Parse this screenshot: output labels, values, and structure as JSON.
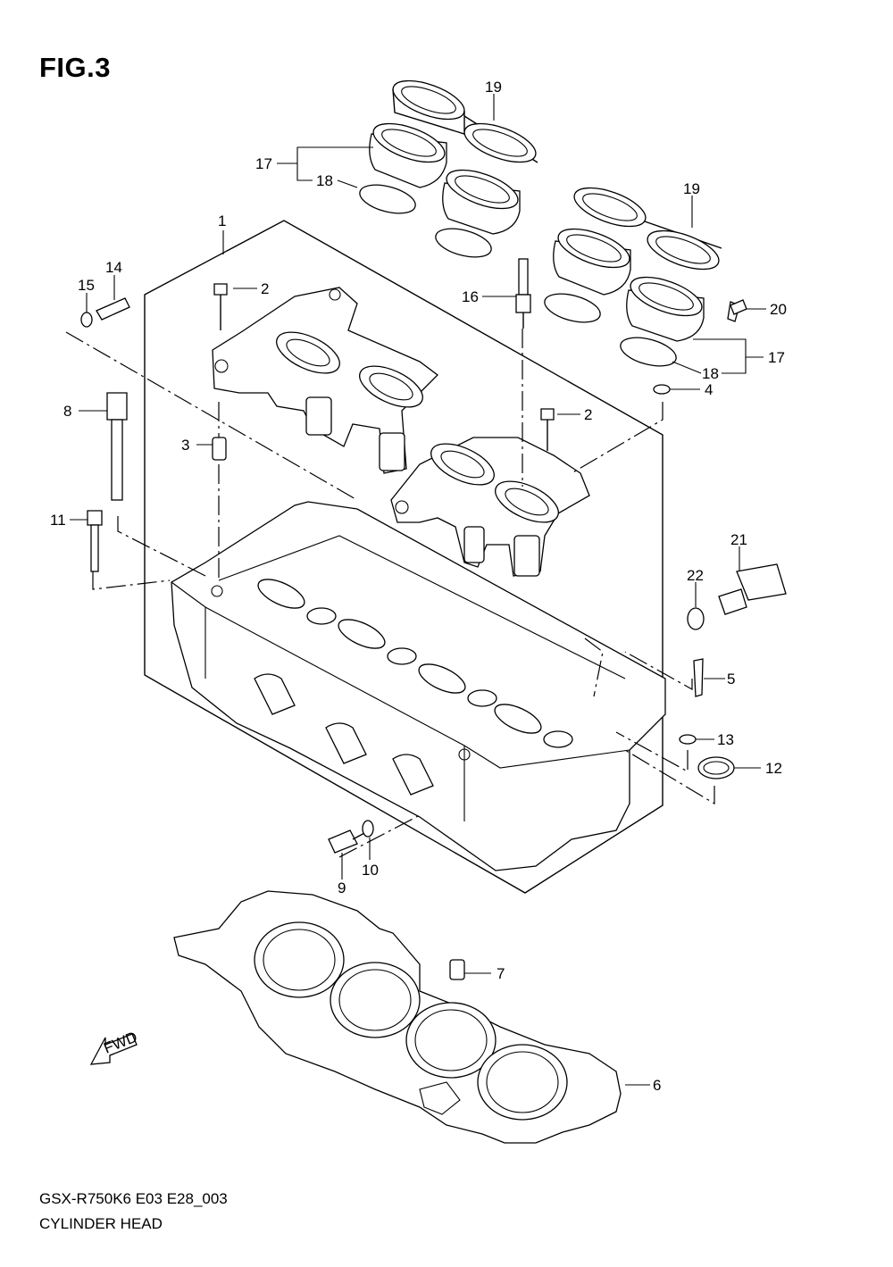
{
  "figure": {
    "title": "FIG.3"
  },
  "captions": {
    "model_code": "GSX-R750K6 E03 E28_003",
    "name": "CYLINDER HEAD"
  },
  "fwd_arrow": {
    "text": "FWD"
  },
  "callouts": {
    "p1": "1",
    "p2a": "2",
    "p2b": "2",
    "p3": "3",
    "p4": "4",
    "p5": "5",
    "p6": "6",
    "p7": "7",
    "p8": "8",
    "p9": "9",
    "p10": "10",
    "p11": "11",
    "p12": "12",
    "p13": "13",
    "p14": "14",
    "p15": "15",
    "p16": "16",
    "p17a": "17",
    "p17b": "17",
    "p18a": "18",
    "p18b": "18",
    "p19a": "19",
    "p19b": "19",
    "p20": "20",
    "p21": "21",
    "p22": "22"
  }
}
